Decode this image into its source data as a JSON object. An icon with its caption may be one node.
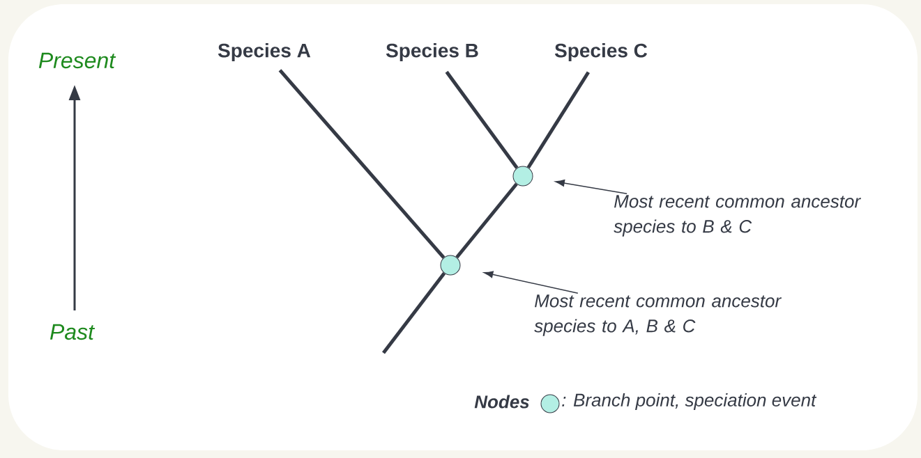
{
  "diagram": {
    "nodes": [
      {
        "text": [
          "Species A"
        ]
      },
      {
        "text": [
          "Species B"
        ]
      },
      {
        "text": [
          "Species C"
        ]
      },
      {
        "text": [],
        "shape": "circle"
      },
      {
        "text": [],
        "shape": "circle"
      },
      {
        "text": [
          "Most recent common ancestor species to B & C"
        ]
      },
      {
        "text": [
          "Most recent common ancestor species to A, B & C"
        ]
      }
    ],
    "edges": [
      {
        "from": 0,
        "to": 4,
        "arrow": "none"
      },
      {
        "from": 1,
        "to": 3,
        "arrow": "none"
      },
      {
        "from": 2,
        "to": 3,
        "arrow": "none"
      },
      {
        "from": 3,
        "to": 4,
        "arrow": "none"
      },
      {
        "from": null,
        "to": 4,
        "arrow": "none"
      },
      {
        "from": 5,
        "to": 3,
        "arrow": "to"
      },
      {
        "from": 6,
        "to": 4,
        "arrow": "to"
      }
    ],
    "labels": [
      "Present",
      "Past",
      "Nodes"
    ],
    "legend": [
      {
        "text": ": Branch point, speciation event",
        "color": "#b3efe4"
      }
    ]
  }
}
